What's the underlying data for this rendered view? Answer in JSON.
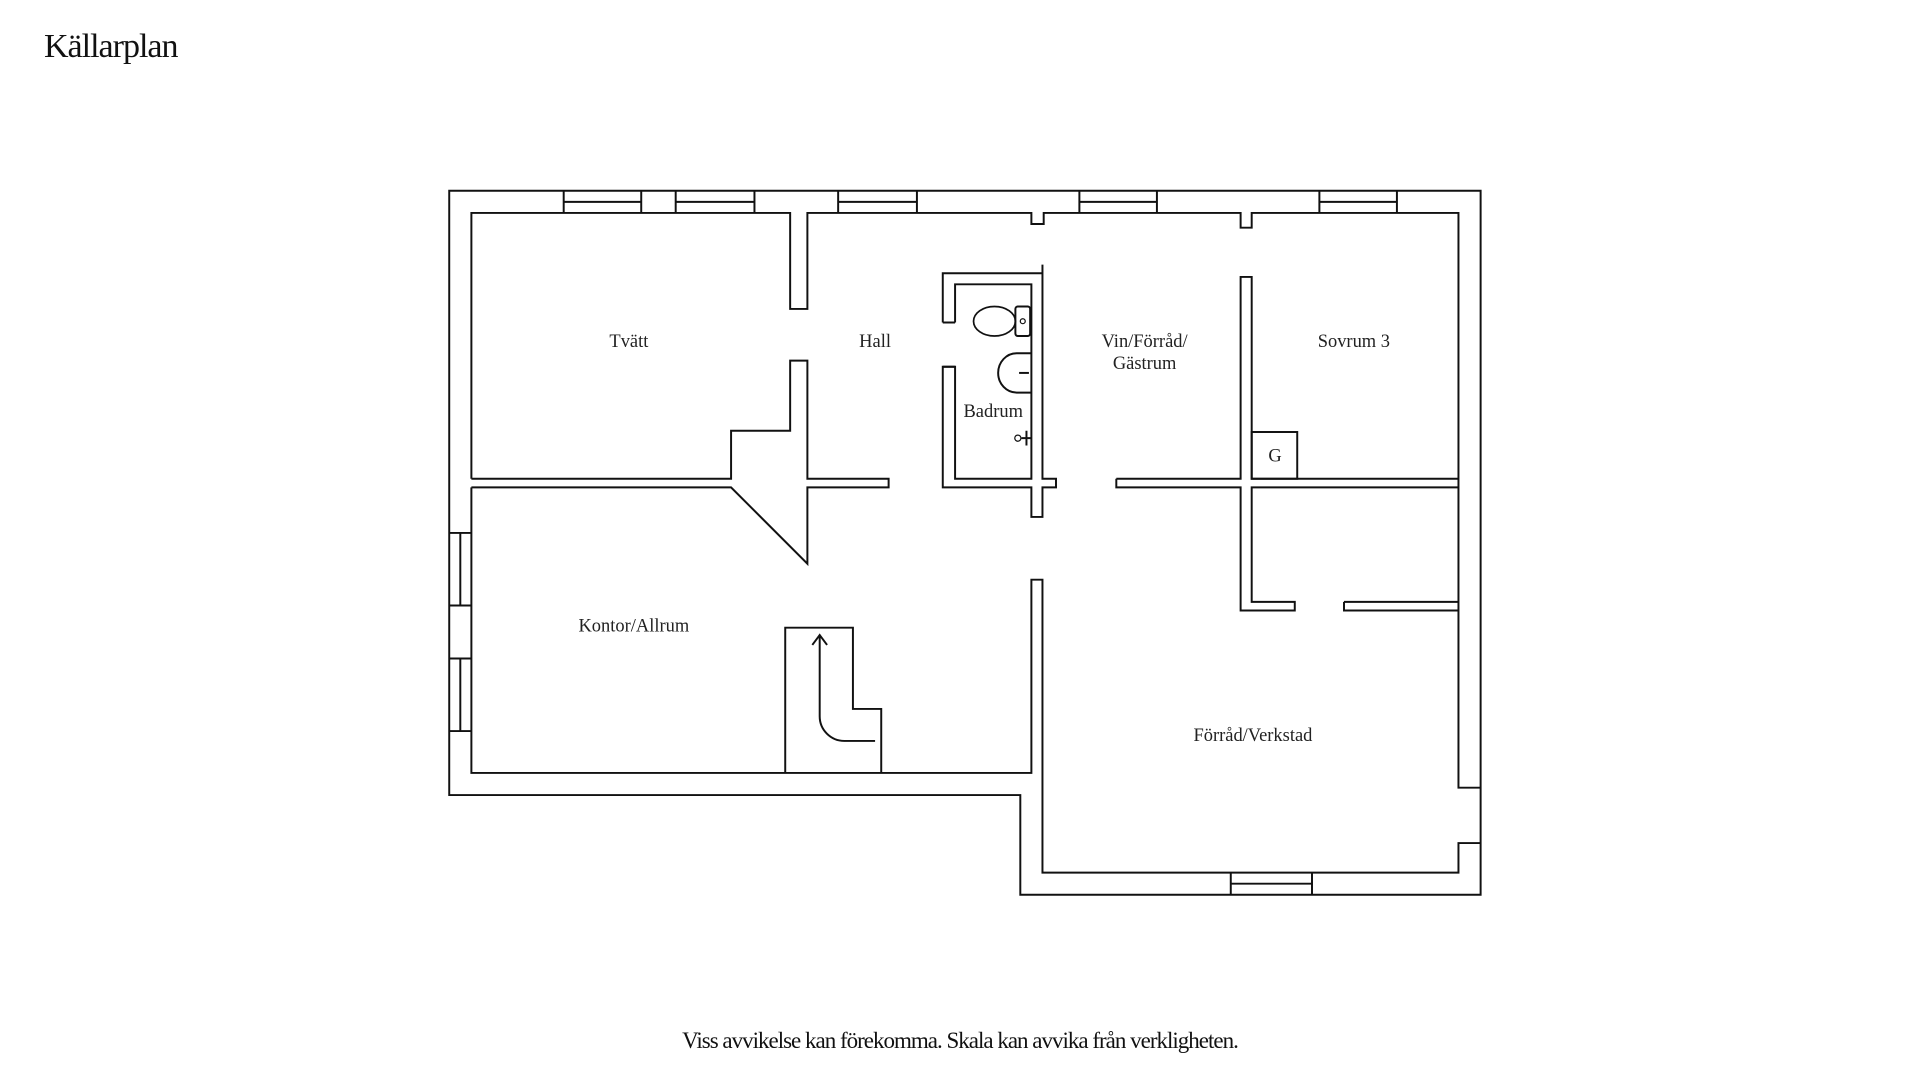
{
  "title": "Källarplan",
  "rooms": {
    "tvatt": "Tvätt",
    "hall": "Hall",
    "badrum": "Badrum",
    "vin_line1": "Vin/Förråd/",
    "vin_line2": "Gästrum",
    "sovrum3": "Sovrum 3",
    "g": "G",
    "kontor": "Kontor/Allrum",
    "forrad": "Förråd/Verkstad"
  },
  "footer": "Viss avvikelse kan förekomma. Skala kan avvika från verkligheten."
}
